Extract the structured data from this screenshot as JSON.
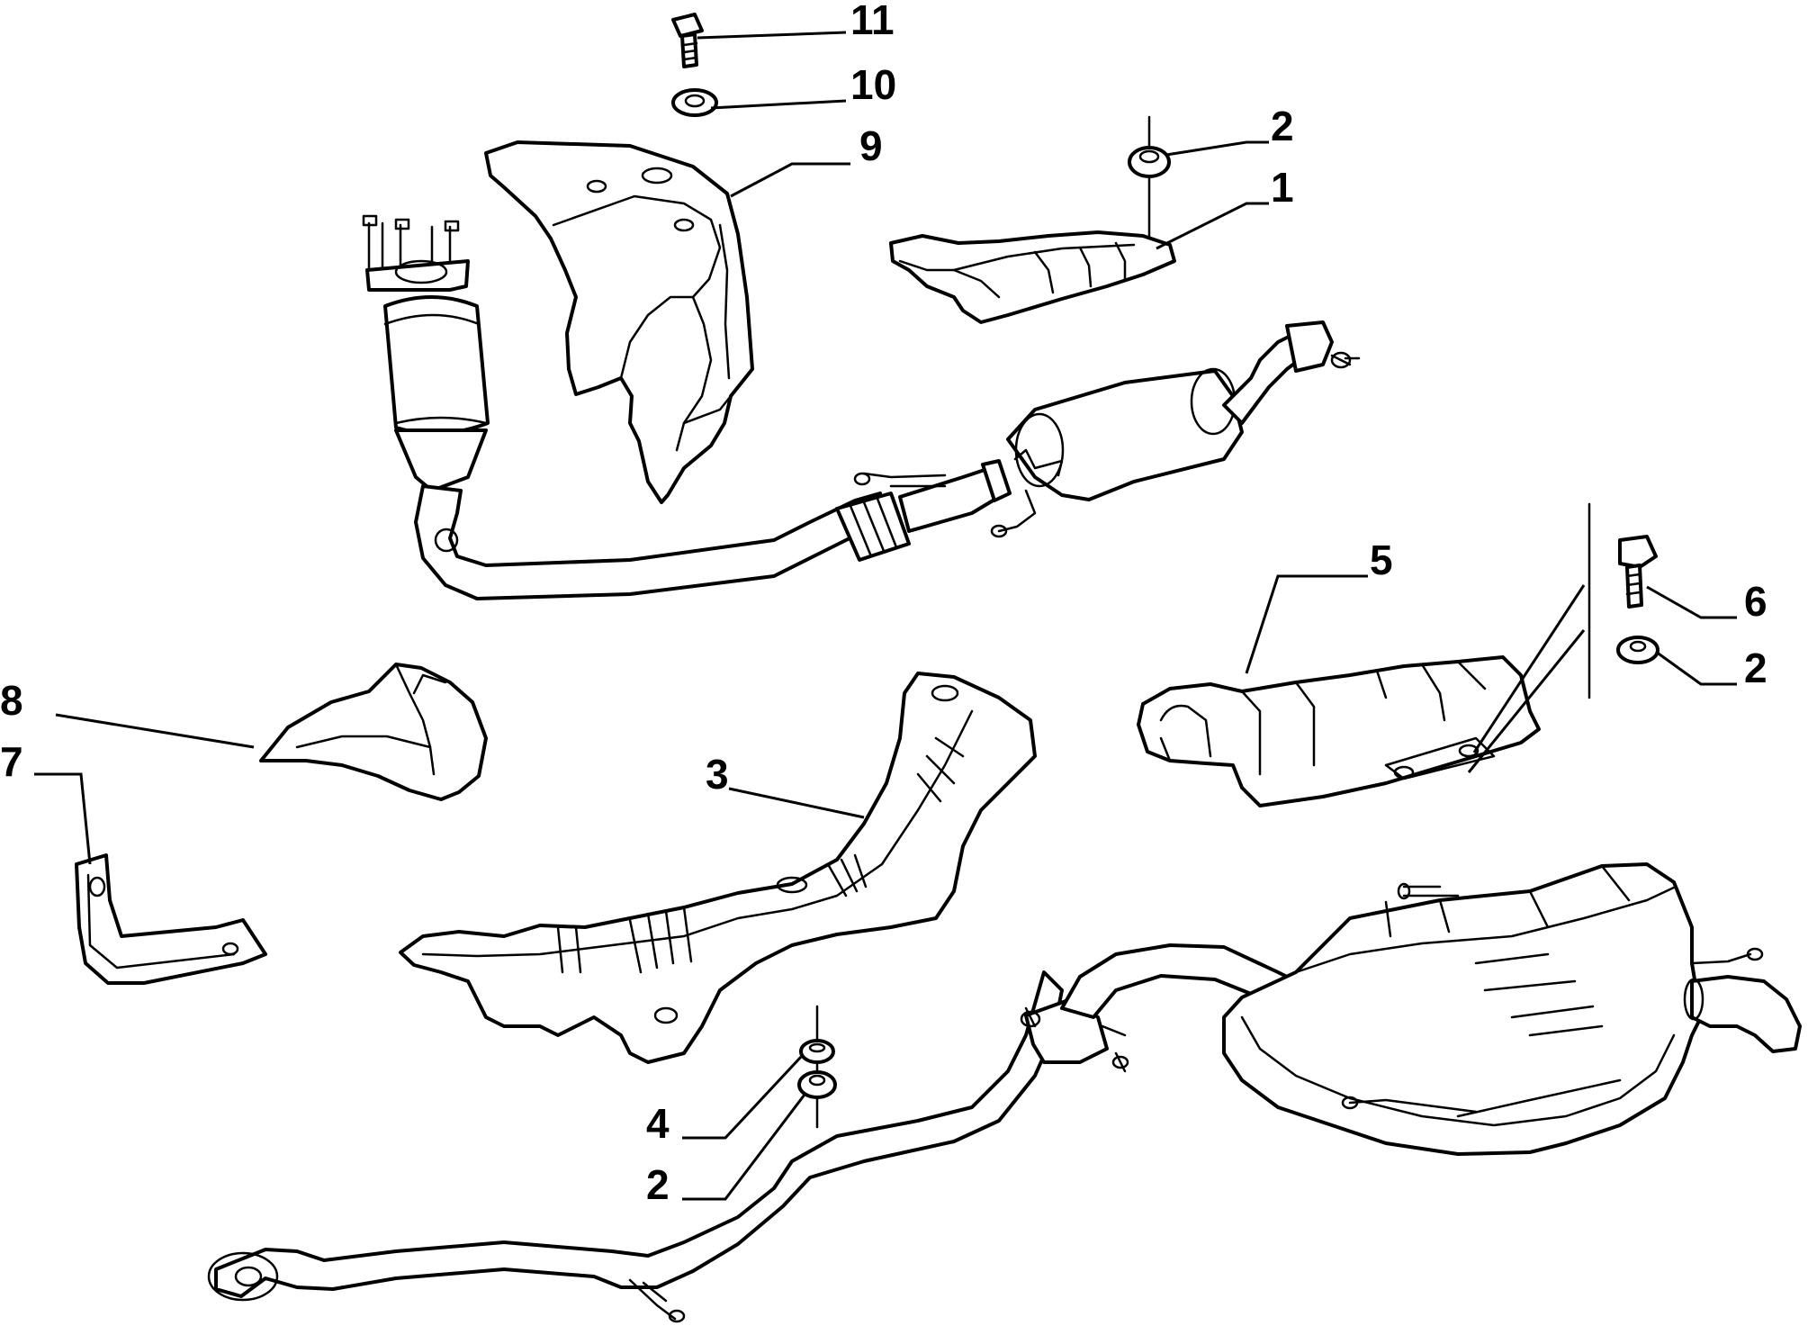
{
  "callouts": [
    {
      "id": "c11",
      "label": "11"
    },
    {
      "id": "c10",
      "label": "10"
    },
    {
      "id": "c9",
      "label": "9"
    },
    {
      "id": "c2a",
      "label": "2"
    },
    {
      "id": "c1",
      "label": "1"
    },
    {
      "id": "c5",
      "label": "5"
    },
    {
      "id": "c6",
      "label": "6"
    },
    {
      "id": "c2b",
      "label": "2"
    },
    {
      "id": "c8",
      "label": "8"
    },
    {
      "id": "c7",
      "label": "7"
    },
    {
      "id": "c3",
      "label": "3"
    },
    {
      "id": "c4",
      "label": "4"
    },
    {
      "id": "c2c",
      "label": "2"
    }
  ]
}
